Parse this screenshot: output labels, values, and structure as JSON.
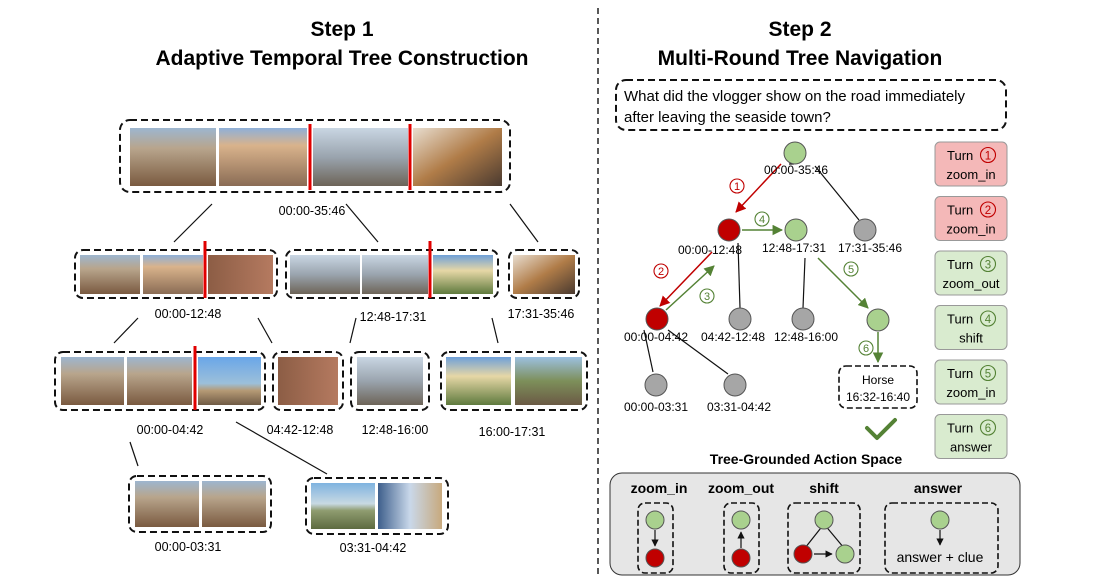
{
  "step1": {
    "title_line1": "Step 1",
    "title_line2": "Adaptive Temporal Tree Construction",
    "segments": {
      "root": "00:00-35:46",
      "l1_a": "00:00-12:48",
      "l1_b": "12:48-17:31",
      "l1_c": "17:31-35:46",
      "l2_a": "00:00-04:42",
      "l2_b": "04:42-12:48",
      "l2_c": "12:48-16:00",
      "l2_d": "16:00-17:31",
      "l3_a": "00:00-03:31",
      "l3_b": "03:31-04:42"
    }
  },
  "step2": {
    "title_line1": "Step 2",
    "title_line2": "Multi-Round Tree Navigation",
    "question_line1": "What did the vlogger show on the road immediately",
    "question_line2": "after leaving the seaside town?",
    "nodes": {
      "root": "00:00-35:46",
      "n1": "00:00-12:48",
      "n2": "12:48-17:31",
      "n3": "17:31-35:46",
      "n4": "00:00-04:42",
      "n5": "04:42-12:48",
      "n6": "12:48-16:00",
      "n7": "00:00-03:31",
      "n8": "03:31-04:42"
    },
    "answer_line1": "Horse",
    "answer_line2": "16:32-16:40",
    "step_markers": [
      "1",
      "2",
      "3",
      "4",
      "5",
      "6"
    ],
    "turns": [
      {
        "word": "Turn",
        "num": "1",
        "action": "zoom_in",
        "state": "wrong"
      },
      {
        "word": "Turn",
        "num": "2",
        "action": "zoom_in",
        "state": "wrong"
      },
      {
        "word": "Turn",
        "num": "3",
        "action": "zoom_out",
        "state": "right"
      },
      {
        "word": "Turn",
        "num": "4",
        "action": "shift",
        "state": "right"
      },
      {
        "word": "Turn",
        "num": "5",
        "action": "zoom_in",
        "state": "right"
      },
      {
        "word": "Turn",
        "num": "6",
        "action": "answer",
        "state": "right"
      }
    ],
    "action_space_title": "Tree-Grounded Action Space",
    "actions": {
      "zoom_in": "zoom_in",
      "zoom_out": "zoom_out",
      "shift": "shift",
      "answer": "answer",
      "answer_result": "answer + clue"
    }
  },
  "colors": {
    "red_node": "#c00000",
    "green_node": "#a9d18e",
    "gray_node": "#a6a6a6",
    "red_arrow": "#c00000",
    "green_arrow": "#548235",
    "turn_red_bg": "#f4b8b8",
    "turn_green_bg": "#d9ebcf",
    "panel_bg": "#e6e6e6",
    "split_line": "#e00000",
    "check": "#548235"
  }
}
